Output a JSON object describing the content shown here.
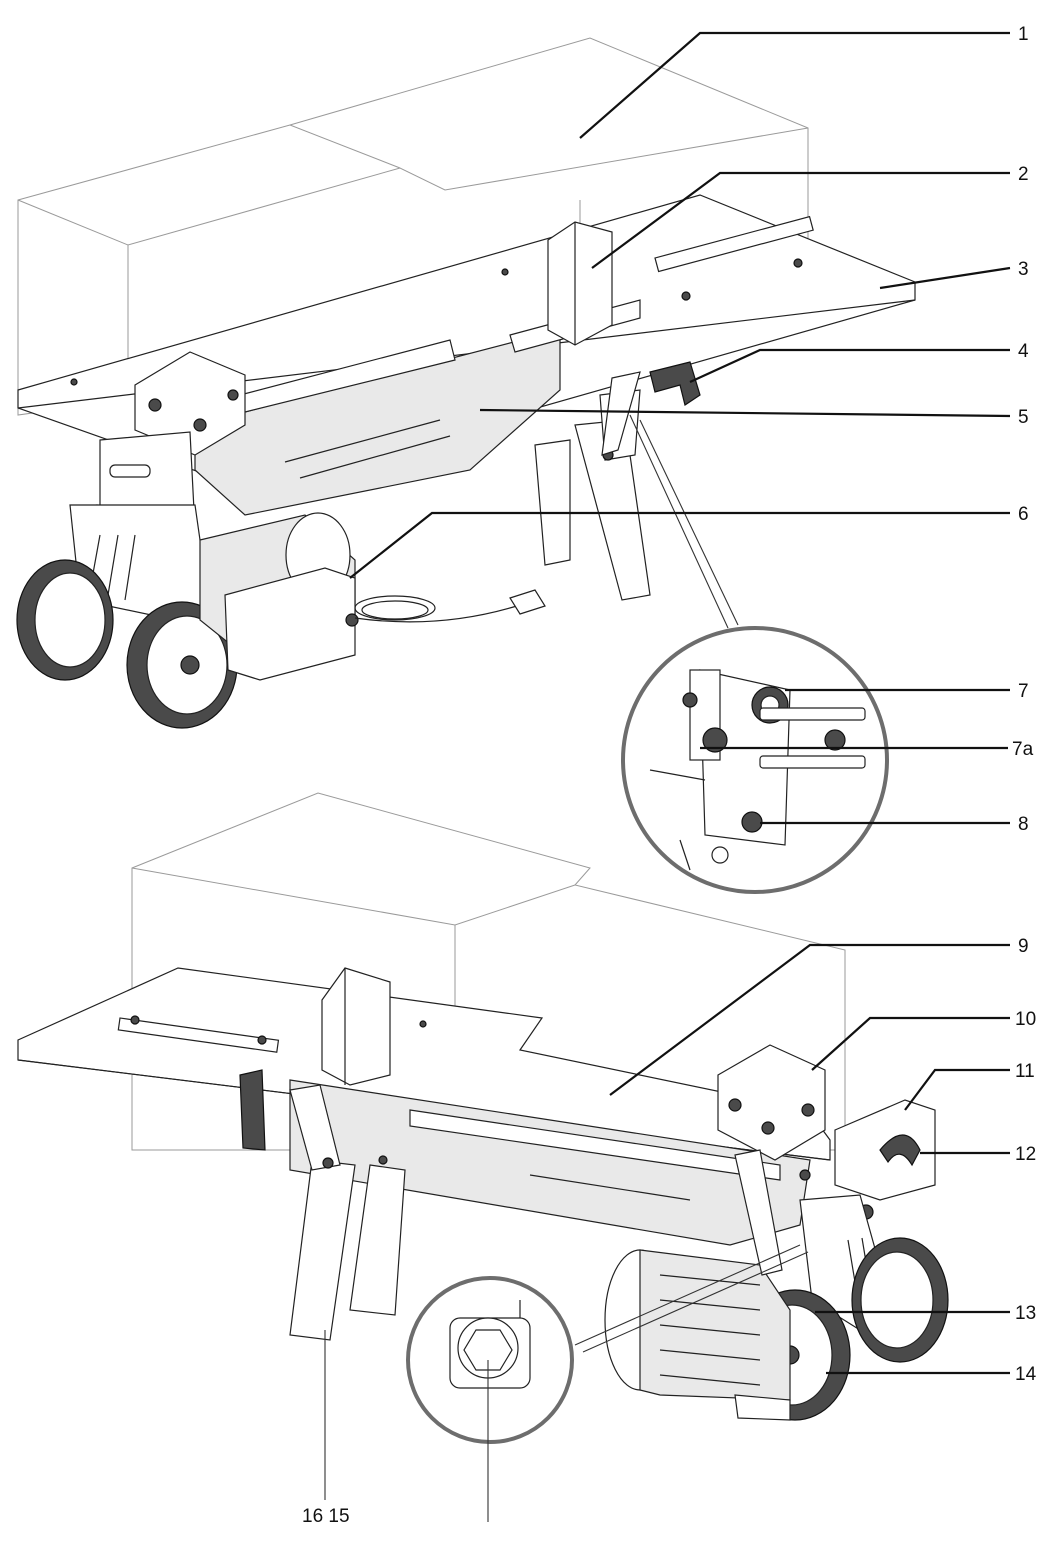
{
  "callouts": [
    {
      "id": "c1",
      "text": "1"
    },
    {
      "id": "c2",
      "text": "2"
    },
    {
      "id": "c3",
      "text": "3"
    },
    {
      "id": "c4",
      "text": "4"
    },
    {
      "id": "c5",
      "text": "5"
    },
    {
      "id": "c6",
      "text": "6"
    },
    {
      "id": "c7",
      "text": "7"
    },
    {
      "id": "c7a",
      "text": "7a"
    },
    {
      "id": "c8",
      "text": "8"
    },
    {
      "id": "c9",
      "text": "9"
    },
    {
      "id": "c10",
      "text": "10"
    },
    {
      "id": "c11",
      "text": "11"
    },
    {
      "id": "c12",
      "text": "12"
    },
    {
      "id": "c13",
      "text": "13"
    },
    {
      "id": "c14",
      "text": "14"
    },
    {
      "id": "c1615",
      "text": "16 15"
    }
  ]
}
